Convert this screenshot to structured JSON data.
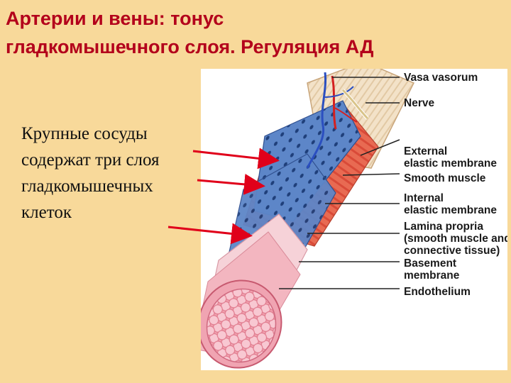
{
  "title": {
    "line1": "Артерии и вены: тонус",
    "line2": "гладкомышечного слоя. Регуляция АД"
  },
  "body": {
    "lines": [
      "Крупные сосуды",
      "содержат три слоя",
      "гладкомышечных",
      "клеток"
    ]
  },
  "figure": {
    "labels": [
      {
        "lines": [
          "Vasa vasorum"
        ]
      },
      {
        "lines": [
          "Nerve"
        ]
      },
      {
        "lines": [
          "External",
          "elastic membrane"
        ]
      },
      {
        "lines": [
          "Smooth muscle"
        ]
      },
      {
        "lines": [
          "Internal",
          "elastic membrane"
        ]
      },
      {
        "lines": [
          "Lamina propria",
          "(smooth muscle and",
          "connective tissue)"
        ]
      },
      {
        "lines": [
          "Basement",
          "membrane"
        ]
      },
      {
        "lines": [
          "Endothelium"
        ]
      }
    ]
  },
  "colors": {
    "background": "#f8d99a",
    "title": "#b3001b",
    "arrow": "#e0001a",
    "adventitia": "#f0dcc0",
    "smooth_muscle": "#e8604a",
    "elastic_membrane": "#5a7fc0",
    "endothelium": "#f4a8b4"
  }
}
